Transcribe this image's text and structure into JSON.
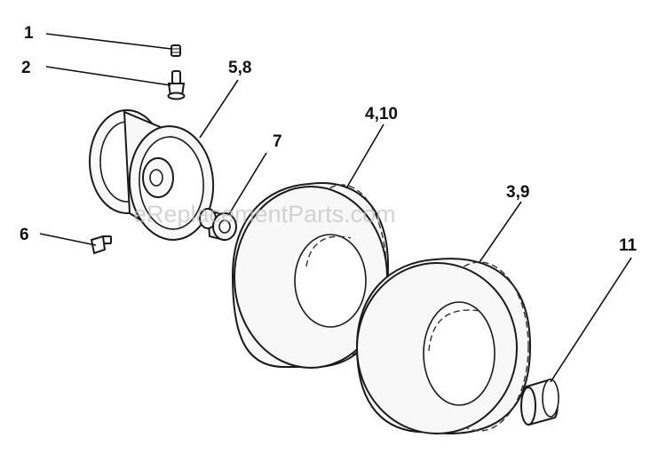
{
  "watermark": "eReplacementParts.com",
  "callouts": {
    "c1": "1",
    "c2": "2",
    "c58": "5,8",
    "c7": "7",
    "c6": "6",
    "c410": "4,10",
    "c39": "3,9",
    "c11": "11"
  },
  "colors": {
    "line": "#111111",
    "watermark": "#bdbdbd"
  }
}
